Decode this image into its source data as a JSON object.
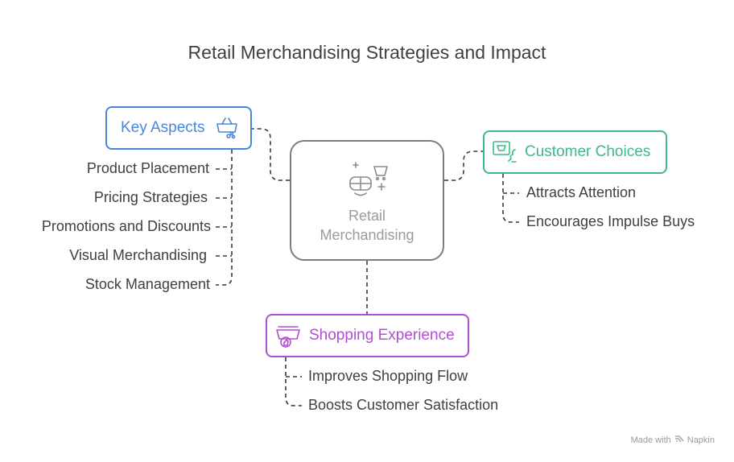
{
  "title": "Retail Merchandising Strategies and Impact",
  "center": {
    "label_line1": "Retail",
    "label_line2": "Merchandising",
    "icon": "store-vr-icon"
  },
  "key_aspects": {
    "label": "Key Aspects",
    "icon": "basket-icon",
    "color": "#4a86d8",
    "items": [
      "Product Placement",
      "Pricing Strategies",
      "Promotions and Discounts",
      "Visual Merchandising",
      "Stock Management"
    ]
  },
  "customer_choices": {
    "label": "Customer Choices",
    "icon": "cart-choice-icon",
    "color": "#3fb985",
    "items": [
      "Attracts Attention",
      "Encourages Impulse Buys"
    ]
  },
  "shopping_experience": {
    "label": "Shopping Experience",
    "icon": "basket-like-icon",
    "color": "#b04fd0",
    "items": [
      "Improves Shopping Flow",
      "Boosts Customer Satisfaction"
    ]
  },
  "footer": {
    "made_with": "Made with",
    "brand": "Napkin"
  }
}
